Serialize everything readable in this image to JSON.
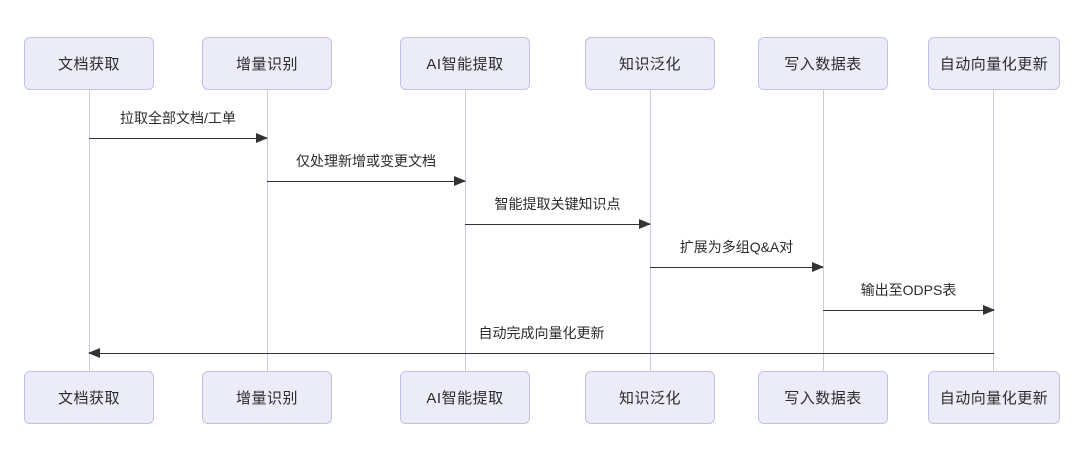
{
  "diagram": {
    "type": "sequence-diagram",
    "background": "#FFFFFF",
    "colors": {
      "actor_fill": "#ECECF9",
      "actor_border": "#C2BFE8",
      "lifeline": "#CDC9E8",
      "arrow": "#333333",
      "text": "#2B2B2B"
    },
    "actors": [
      {
        "label": "文档获取"
      },
      {
        "label": "增量识别"
      },
      {
        "label": "AI智能提取"
      },
      {
        "label": "知识泛化"
      },
      {
        "label": "写入数据表"
      },
      {
        "label": "自动向量化更新"
      }
    ],
    "messages": [
      {
        "from": "文档获取",
        "to": "增量识别",
        "label": "拉取全部文档/工单",
        "direction": "right"
      },
      {
        "from": "增量识别",
        "to": "AI智能提取",
        "label": "仅处理新增或变更文档",
        "direction": "right"
      },
      {
        "from": "AI智能提取",
        "to": "知识泛化",
        "label": "智能提取关键知识点",
        "direction": "right"
      },
      {
        "from": "知识泛化",
        "to": "写入数据表",
        "label": "扩展为多组Q&A对",
        "direction": "right"
      },
      {
        "from": "写入数据表",
        "to": "自动向量化更新",
        "label": "输出至ODPS表",
        "direction": "right"
      },
      {
        "from": "自动向量化更新",
        "to": "文档获取",
        "label": "自动完成向量化更新",
        "direction": "left"
      }
    ]
  }
}
